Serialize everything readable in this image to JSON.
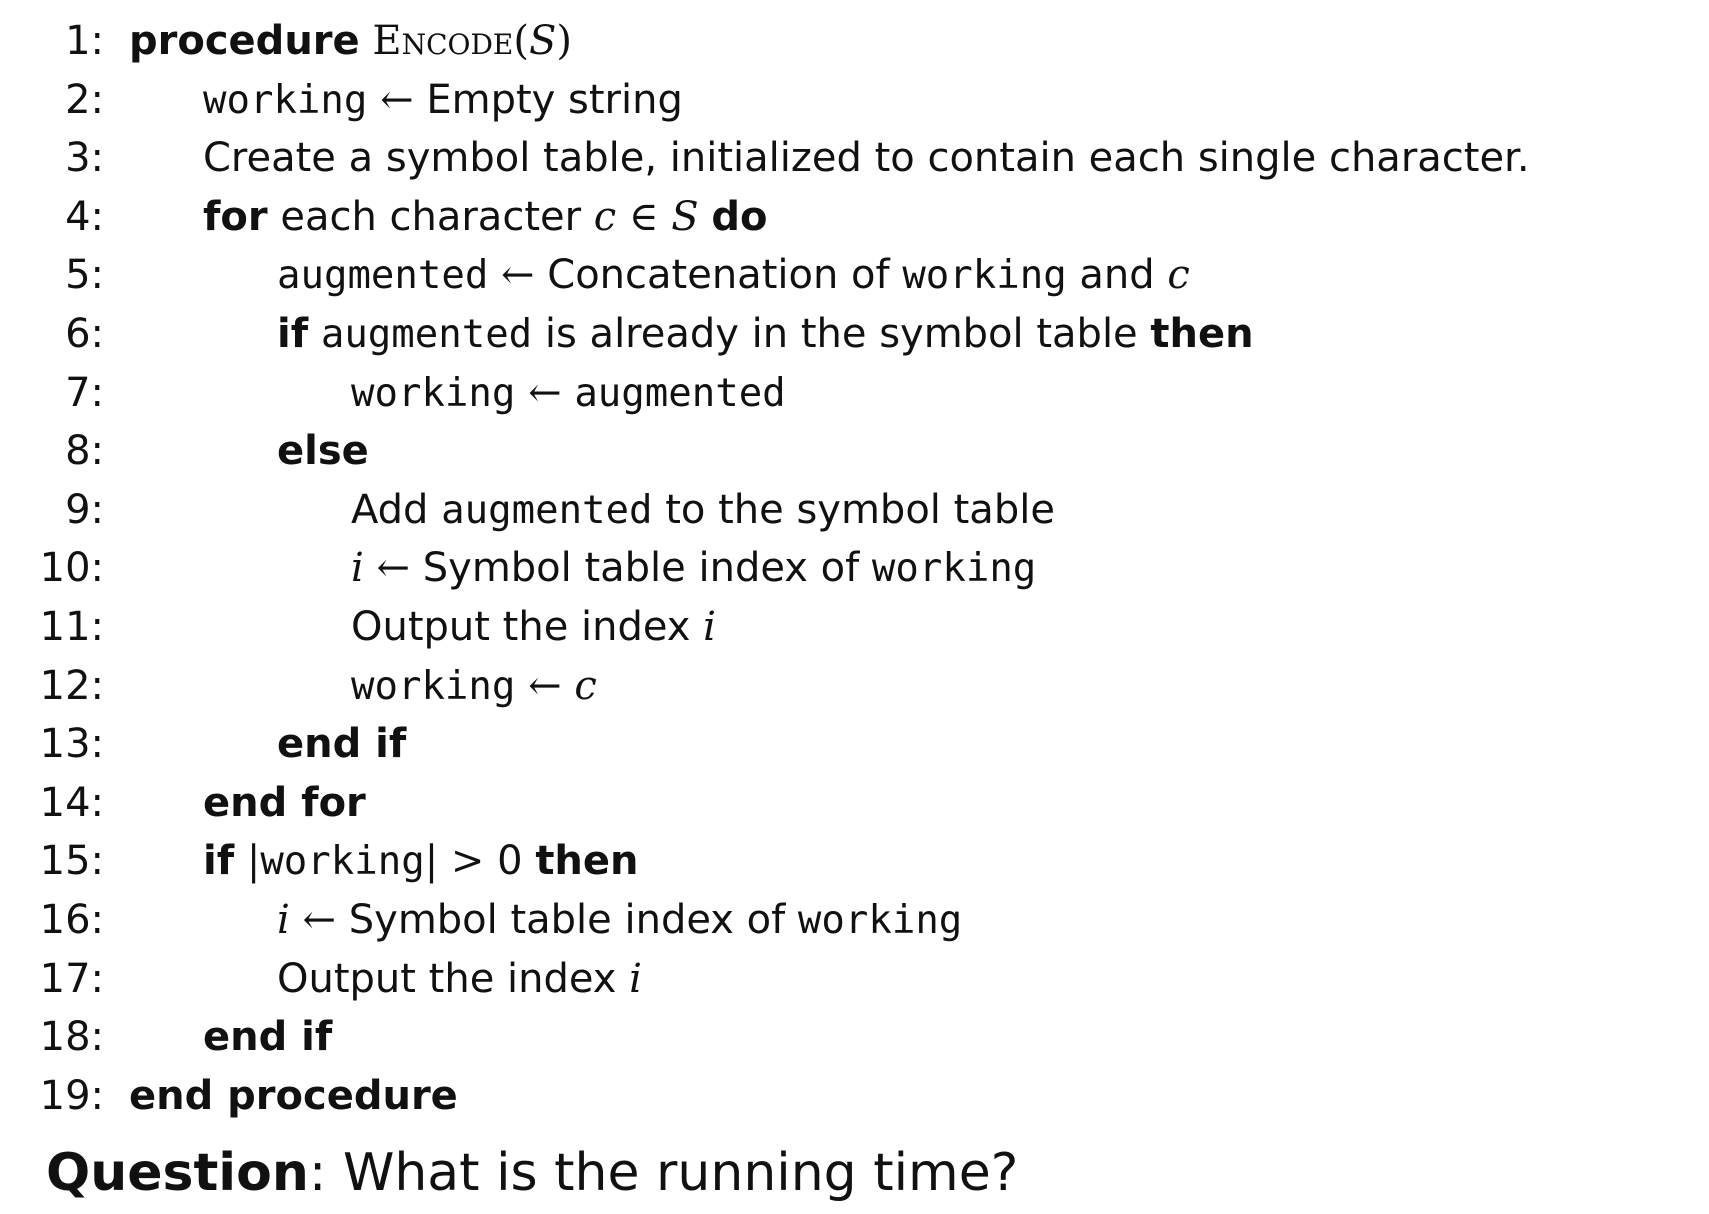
{
  "algorithm": {
    "numbers": [
      "1:",
      "2:",
      "3:",
      "4:",
      "5:",
      "6:",
      "7:",
      "8:",
      "9:",
      "10:",
      "11:",
      "12:",
      "13:",
      "14:",
      "15:",
      "16:",
      "17:",
      "18:",
      "19:"
    ],
    "tokens": {
      "procedure": "procedure",
      "encode": "Encode",
      "open_paren": "(",
      "S": "S",
      "close_paren": ")",
      "working": "working",
      "augmented": "augmented",
      "arrow": "←",
      "empty_string": "Empty string",
      "create_table": "Create a symbol table, initialized to contain each single character.",
      "for": "for",
      "each_character": "each character",
      "c": "c",
      "element_of": "∈",
      "do": "do",
      "concatenation_of": "Concatenation of",
      "and": "and",
      "if": "if",
      "is_already_in": "is already in the symbol table",
      "then": "then",
      "else": "else",
      "add": "Add",
      "to_the_symbol_table": "to the symbol table",
      "i": "i",
      "symbol_table_index_of": "Symbol table index of",
      "output_the_index": "Output the index",
      "end_if": "end if",
      "end_for": "end for",
      "bar": "|",
      "greater_than": ">",
      "zero": "0",
      "end_procedure": "end procedure"
    }
  },
  "question": {
    "label": "Question",
    "colon": ":",
    "text": "What is the running time?"
  }
}
